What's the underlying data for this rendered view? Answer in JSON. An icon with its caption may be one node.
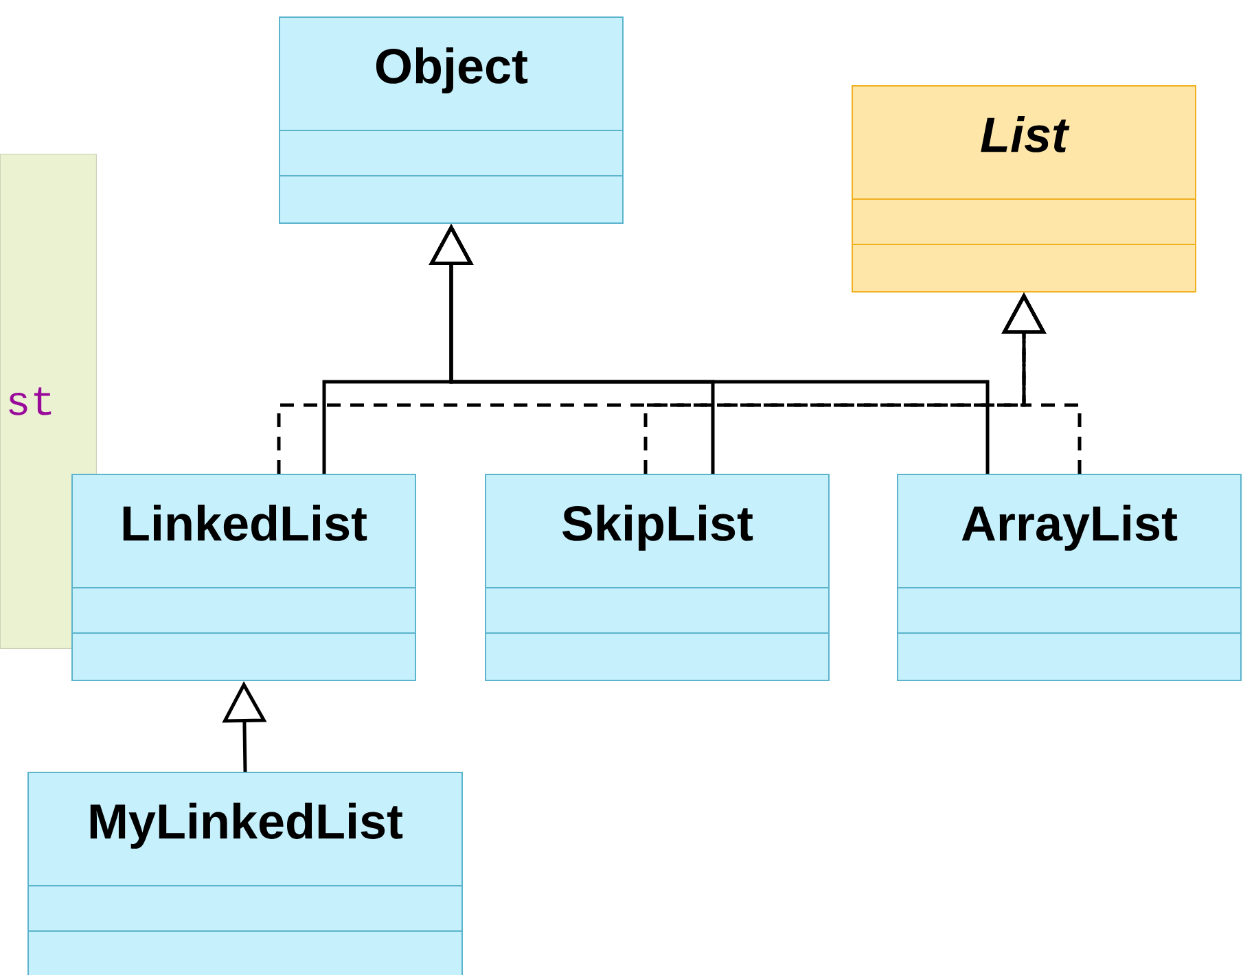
{
  "diagram": {
    "nodes": [
      {
        "text": [
          "Object"
        ]
      },
      {
        "text": [
          "List"
        ]
      },
      {
        "text": [
          "st"
        ]
      },
      {
        "text": [
          "LinkedList"
        ]
      },
      {
        "text": [
          "SkipList"
        ]
      },
      {
        "text": [
          "ArrayList"
        ]
      },
      {
        "text": [
          "MyLinkedList"
        ]
      }
    ],
    "edges": [
      {
        "from": 3,
        "to": 0,
        "arrow": "to"
      },
      {
        "from": 4,
        "to": 0,
        "arrow": "to"
      },
      {
        "from": 5,
        "to": 0,
        "arrow": "to"
      },
      {
        "from": 3,
        "to": 1,
        "arrow": "to",
        "style": "dashed"
      },
      {
        "from": 4,
        "to": 1,
        "arrow": "to",
        "style": "dashed"
      },
      {
        "from": 5,
        "to": 1,
        "arrow": "to",
        "style": "dashed"
      },
      {
        "from": 6,
        "to": 3,
        "arrow": "to"
      }
    ]
  }
}
